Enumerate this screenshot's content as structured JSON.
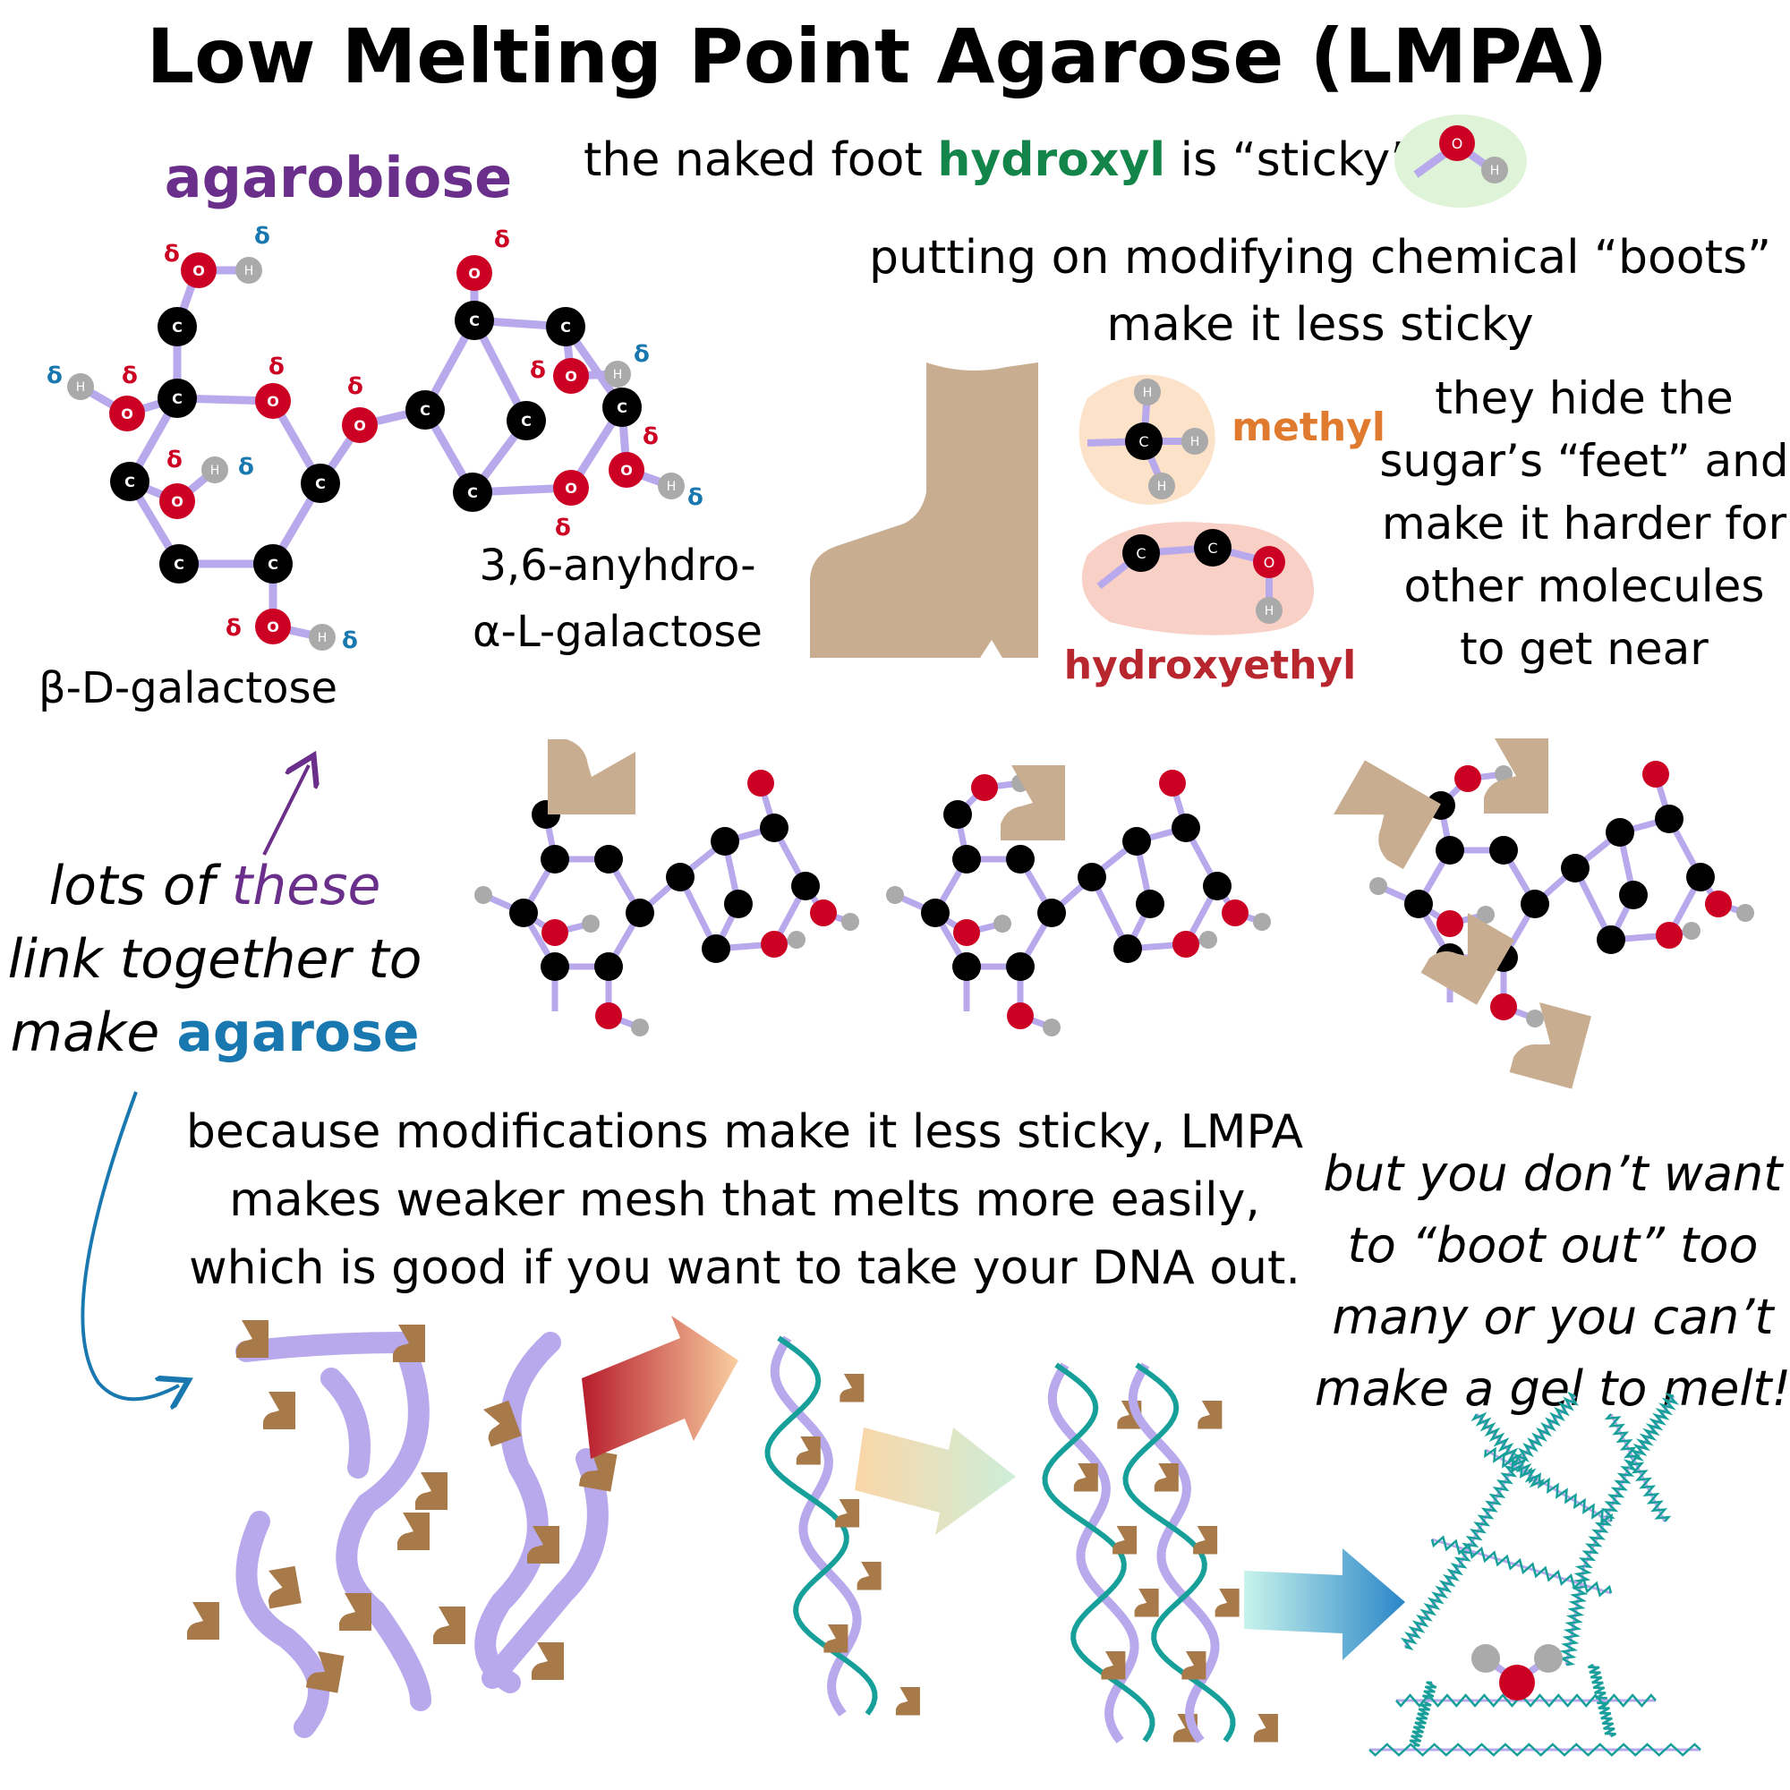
{
  "title": "Low Melting Point Agarose (LMPA)",
  "agarobiose": "agarobiose",
  "sugar_left": "β-D-galactose",
  "sugar_right_1": "3,6-anyhdro-",
  "sugar_right_2": "α-L-galactose",
  "hydroxyl_pre": "the naked foot ",
  "hydroxyl_word": "hydroxyl",
  "hydroxyl_post": " is “sticky”",
  "boots_1": "putting on modifying chemical “boots”",
  "boots_2": "make it less sticky",
  "methyl": "methyl",
  "hydroxyethyl": "hydroxyethyl",
  "hide_lines": [
    "they hide the",
    "sugar’s “feet” and",
    "make it harder for",
    "other molecules",
    "to get near"
  ],
  "link_1a": "lots of ",
  "link_1b": "these",
  "link_2": "link together to",
  "link_3a": "make ",
  "link_3b": "agarose",
  "because_lines": [
    "because modifications make it less sticky, LMPA",
    "makes weaker mesh that melts more easily,",
    "which is good if you want to take your DNA out."
  ],
  "boot_out_lines": [
    "but you don’t want",
    "to “boot out” too",
    "many or you can’t",
    "make a gel to melt!"
  ],
  "atoms": {
    "O": "O",
    "H": "H",
    "C": "C",
    "delta_minus": "δ",
    "delta_plus": "δ",
    "minus": "-",
    "plus": "+"
  },
  "colors": {
    "purple": "#6a2f8a",
    "green": "#14854a",
    "orange": "#e07a2e",
    "red": "#b8262e",
    "blue": "#1a78b0",
    "bond": "#b8a8ec",
    "oxygen": "#cc0022",
    "boot": "#c9ad90",
    "boot_dark": "#a87a4a",
    "teal": "#17a09a"
  }
}
